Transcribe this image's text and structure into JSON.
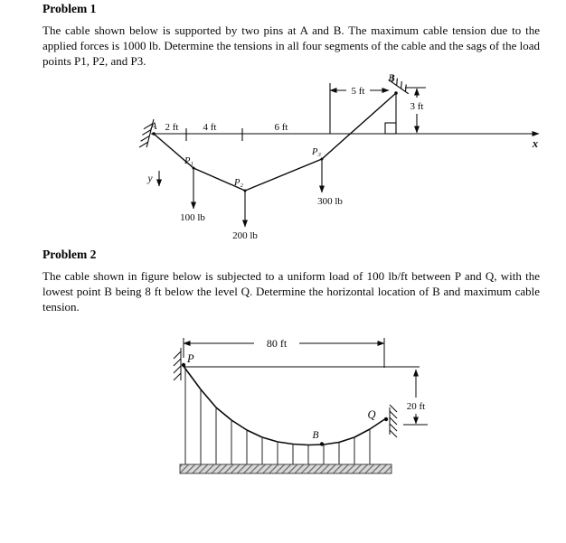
{
  "problem1": {
    "title": "Problem 1",
    "body": "The cable shown below is supported by two pins at A and B. The maximum cable tension due to the applied forces is 1000 lb. Determine the tensions in all four segments of the cable and the sags of the load points P1, P2, and P3.",
    "figure": {
      "point_a": "A",
      "point_b": "B",
      "dim_seg1": "2 ft",
      "dim_seg2": "4 ft",
      "dim_seg3": "6 ft",
      "dim_top": "5 ft",
      "dim_right": "3 ft",
      "axis_x": "x",
      "axis_y": "y",
      "p1": "P₁",
      "p2": "P₂",
      "p3": "P₃",
      "load1": "100 lb",
      "load2": "200 lb",
      "load3": "300 lb"
    }
  },
  "problem2": {
    "title": "Problem 2",
    "body": "The cable shown in figure below is subjected to a uniform load of 100 lb/ft between P and Q, with the lowest point B being 8 ft below the level Q. Determine the horizontal location of B and maximum cable tension.",
    "figure": {
      "point_p": "P",
      "point_q": "Q",
      "point_b": "B",
      "dim_span": "80 ft",
      "dim_height": "20 ft"
    }
  }
}
